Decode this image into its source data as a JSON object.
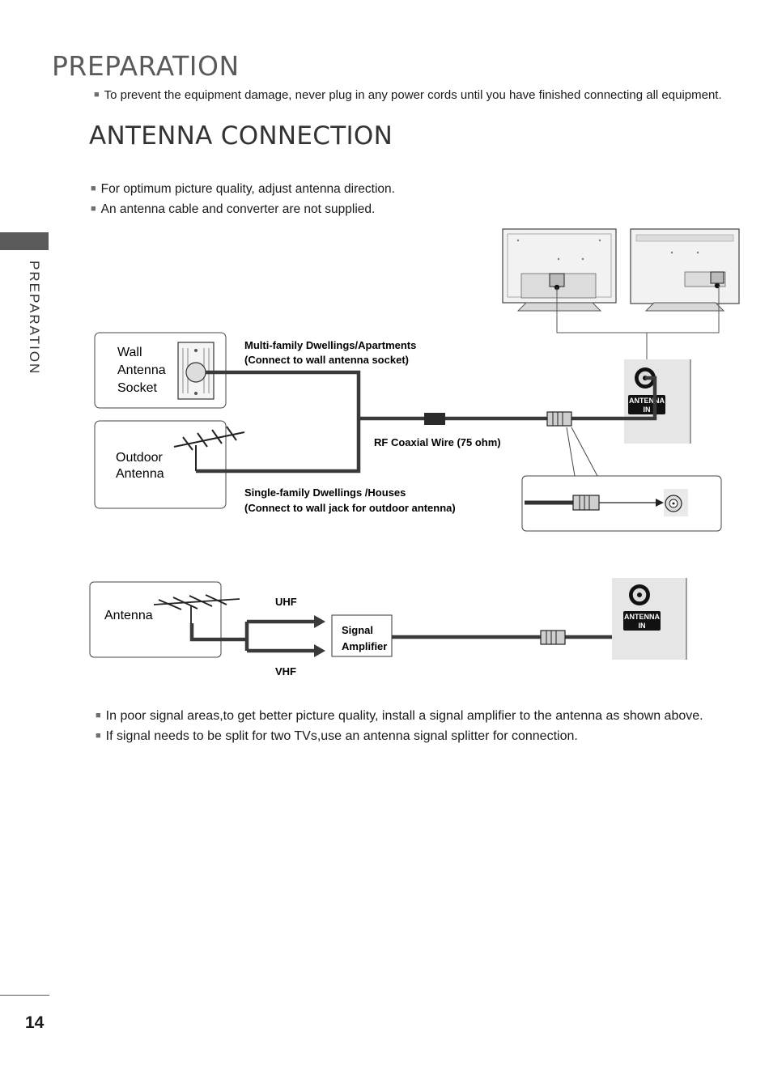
{
  "header": {
    "title": "PREPARATION",
    "warning": "To prevent the equipment damage, never plug in any power cords until you have finished connecting all equipment."
  },
  "section": {
    "title": "ANTENNA CONNECTION",
    "notes": [
      "For optimum picture quality, adjust antenna direction.",
      "An antenna cable and converter are not supplied."
    ]
  },
  "side_tab": {
    "label": "PREPARATION"
  },
  "diagram1": {
    "wall_socket_label": [
      "Wall",
      "Antenna",
      "Socket"
    ],
    "outdoor_label": [
      "Outdoor",
      "Antenna"
    ],
    "multi_family": [
      "Multi-family Dwellings/Apartments",
      "(Connect to wall antenna socket)"
    ],
    "rf_wire": "RF Coaxial Wire (75 ohm)",
    "single_family": [
      "Single-family Dwellings /Houses",
      "(Connect to wall jack for outdoor antenna)"
    ],
    "antenna_in": [
      "ANTENNA",
      "IN"
    ]
  },
  "diagram2": {
    "antenna_label": "Antenna",
    "uhf": "UHF",
    "vhf": "VHF",
    "amplifier_label": [
      "Signal",
      "Amplifier"
    ],
    "antenna_in": [
      "ANTENNA",
      "IN"
    ]
  },
  "footer_notes": [
    "In poor signal areas,to get better picture quality, install a signal amplifier to the antenna as shown above.",
    "If signal needs to be split for two TVs,use an antenna signal splitter for connection."
  ],
  "page": {
    "number": "14"
  },
  "colors": {
    "accent_gray": "#5a5a5a",
    "cable": "#3a3a3a",
    "panel": "#e6e6e6"
  }
}
